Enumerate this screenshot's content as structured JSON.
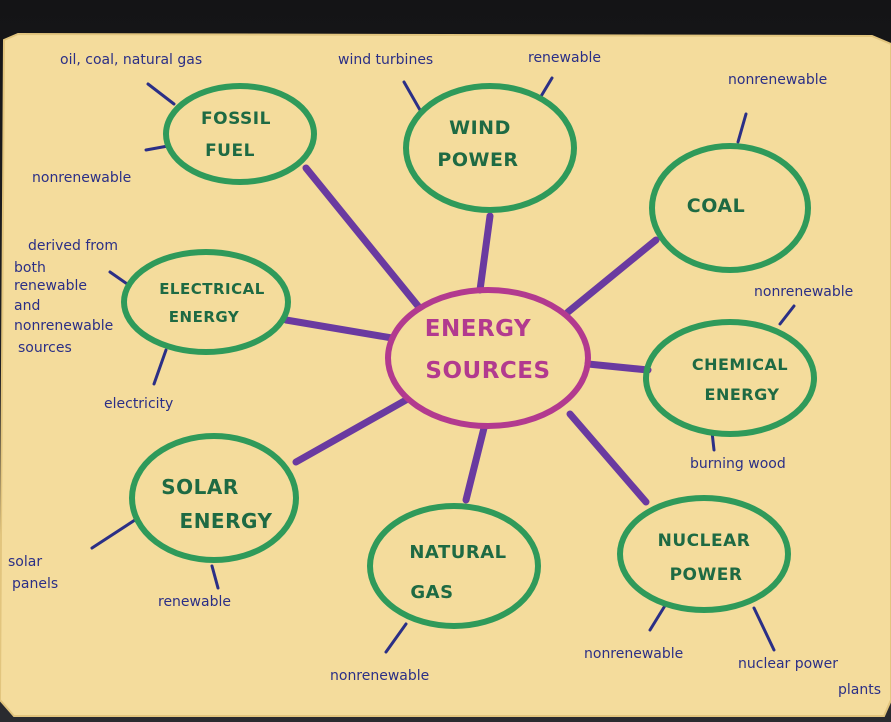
{
  "colors": {
    "paper": "#f4dc9c",
    "paper_shadow": "#e8cc86",
    "green_marker": "#2f9a5a",
    "green_text": "#1e6a43",
    "purple_marker": "#6a3aa0",
    "magenta_marker": "#b23a8f",
    "blue_ink": "#2b2f86"
  },
  "center": {
    "line1": "ENERGY",
    "line2": "SOURCES"
  },
  "nodes": {
    "fossil": {
      "line1": "FOSSIL",
      "line2": "FUEL",
      "notes": [
        "oil, coal, natural gas",
        "nonrenewable"
      ]
    },
    "wind": {
      "line1": "WIND",
      "line2": "POWER",
      "notes": [
        "wind turbines",
        "renewable"
      ]
    },
    "coal": {
      "line1": "COAL",
      "notes": [
        "nonrenewable"
      ]
    },
    "electrical": {
      "line1": "ELECTRICAL",
      "line2": "ENERGY",
      "notes": [
        "derived from",
        "both",
        "renewable",
        "and",
        "nonrenewable",
        "sources",
        "electricity"
      ]
    },
    "chemical": {
      "line1": "CHEMICAL",
      "line2": "ENERGY",
      "notes": [
        "nonrenewable",
        "burning wood"
      ]
    },
    "solar": {
      "line1": "SOLAR",
      "line2": "ENERGY",
      "notes": [
        "solar",
        "panels",
        "renewable"
      ]
    },
    "natural_gas": {
      "line1": "NATURAL",
      "line2": "GAS",
      "notes": [
        "nonrenewable"
      ]
    },
    "nuclear": {
      "line1": "NUCLEAR",
      "line2": "POWER",
      "notes": [
        "nonrenewable",
        "nuclear power",
        "plants"
      ]
    }
  }
}
